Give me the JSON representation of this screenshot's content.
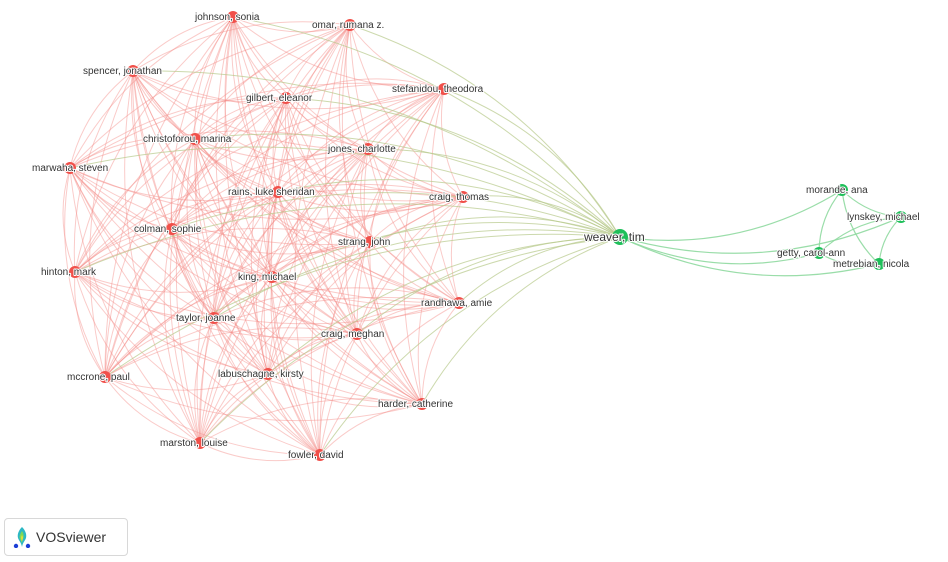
{
  "brand": {
    "name": "VOSviewer",
    "icon": "vosviewer-logo-icon"
  },
  "colors": {
    "cluster_red": "#f0504a",
    "cluster_red_edge": "#f58c88",
    "cluster_green": "#1fbf5a",
    "cluster_green_edge": "#8fd9a0",
    "bridge_edge": "#b7c98a"
  },
  "network": {
    "type": "co-authorship network",
    "clusters": [
      {
        "id": 1,
        "color": "red"
      },
      {
        "id": 2,
        "color": "green"
      }
    ],
    "nodes": [
      {
        "id": "johnson",
        "label": "johnson, sonia",
        "cluster": 1
      },
      {
        "id": "omar",
        "label": "omar, rumana z.",
        "cluster": 1
      },
      {
        "id": "spencer",
        "label": "spencer, jonathan",
        "cluster": 1
      },
      {
        "id": "stefanidou",
        "label": "stefanidou, theodora",
        "cluster": 1
      },
      {
        "id": "gilbert",
        "label": "gilbert, eleanor",
        "cluster": 1
      },
      {
        "id": "christoforou",
        "label": "christoforou, marina",
        "cluster": 1
      },
      {
        "id": "jones",
        "label": "jones, charlotte",
        "cluster": 1
      },
      {
        "id": "marwaha",
        "label": "marwaha, steven",
        "cluster": 1
      },
      {
        "id": "rains",
        "label": "rains, luke sheridan",
        "cluster": 1
      },
      {
        "id": "craigt",
        "label": "craig, thomas",
        "cluster": 1
      },
      {
        "id": "colman",
        "label": "colman, sophie",
        "cluster": 1
      },
      {
        "id": "strang",
        "label": "strang, john",
        "cluster": 1
      },
      {
        "id": "hinton",
        "label": "hinton, mark",
        "cluster": 1
      },
      {
        "id": "king",
        "label": "king, michael",
        "cluster": 1
      },
      {
        "id": "randhawa",
        "label": "randhawa, amie",
        "cluster": 1
      },
      {
        "id": "taylor",
        "label": "taylor, joanne",
        "cluster": 1
      },
      {
        "id": "craigm",
        "label": "craig, meghan",
        "cluster": 1
      },
      {
        "id": "mccrone",
        "label": "mccrone, paul",
        "cluster": 1
      },
      {
        "id": "labuschagne",
        "label": "labuschagne, kirsty",
        "cluster": 1
      },
      {
        "id": "harder",
        "label": "harder, catherine",
        "cluster": 1
      },
      {
        "id": "marston",
        "label": "marston, louise",
        "cluster": 1
      },
      {
        "id": "fowler",
        "label": "fowler, david",
        "cluster": 1
      },
      {
        "id": "weaver",
        "label": "weaver, tim",
        "cluster": 2,
        "major": true
      },
      {
        "id": "morande",
        "label": "morande, ana",
        "cluster": 2
      },
      {
        "id": "lynskey",
        "label": "lynskey, michael",
        "cluster": 2
      },
      {
        "id": "getty",
        "label": "getty, carol-ann",
        "cluster": 2
      },
      {
        "id": "metrebian",
        "label": "metrebian, nicola",
        "cluster": 2
      }
    ]
  }
}
